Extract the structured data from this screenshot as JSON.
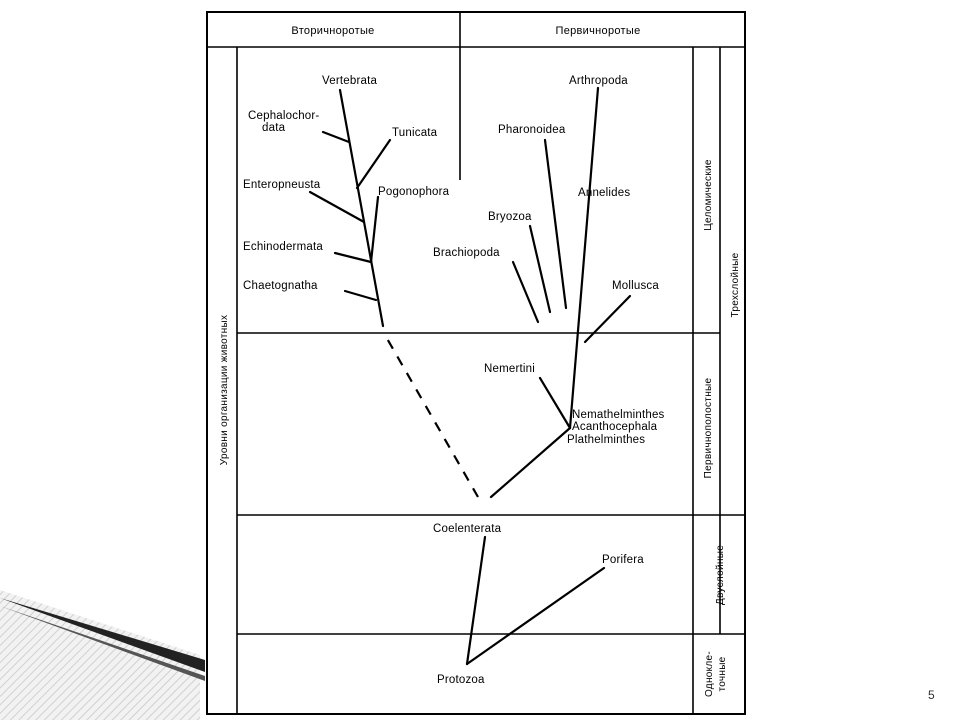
{
  "header": {
    "left": "Вторичноротые",
    "right": "Первичноротые"
  },
  "axis_label": "Уровни организации животных",
  "levels": {
    "coelomic": "Целомические",
    "pseudocoel": "Первичнополостные",
    "triploblastic": "Трехслойные",
    "diploblastic": "Двуслойные",
    "unicellular_line1": "Однокле-",
    "unicellular_line2": "точные"
  },
  "taxa": {
    "vertebrata": "Vertebrata",
    "cephalochordata_line1": "Cephalochor-",
    "cephalochordata_line2": "data",
    "tunicata": "Tunicata",
    "enteropneusta": "Enteropneusta",
    "pogonophora": "Pogonophora",
    "echinodermata": "Echinodermata",
    "chaetognatha": "Chaetognatha",
    "arthropoda": "Arthropoda",
    "phoronoidea": "Pharonoidea",
    "annelides": "Annelides",
    "bryozoa": "Bryozoa",
    "brachiopoda": "Brachiopoda",
    "mollusca": "Mollusca",
    "nemertini": "Nemertini",
    "nemathelminthes": "Nemathelminthes",
    "acanthocephala": "Acanthocephala",
    "plathelminthes": "Plathelminthes",
    "coelenterata": "Coelenterata",
    "porifera": "Porifera",
    "protozoa": "Protozoa"
  },
  "page_number": "5"
}
